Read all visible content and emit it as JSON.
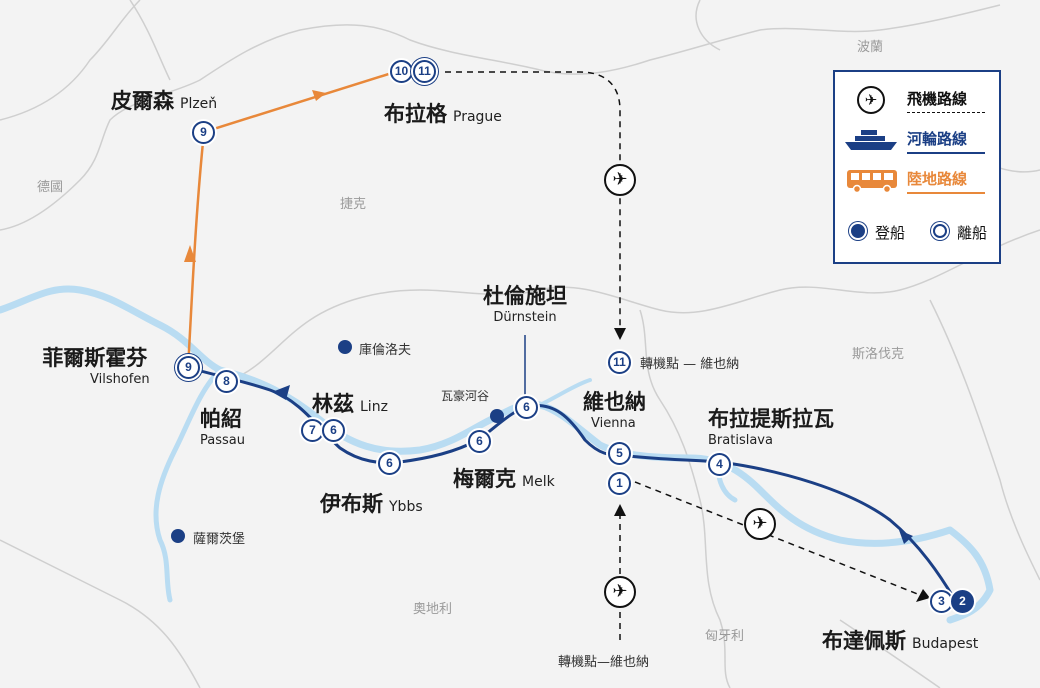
{
  "map": {
    "countries": {
      "poland": "波蘭",
      "germany": "德國",
      "czech": "捷克",
      "slovakia": "斯洛伐克",
      "austria": "奧地利",
      "hungary": "匈牙利"
    },
    "cities": {
      "plzen": {
        "zh": "皮爾森",
        "en": "Plzeň"
      },
      "prague": {
        "zh": "布拉格",
        "en": "Prague"
      },
      "durnstein": {
        "zh": "杜倫施坦",
        "en": "Dürnstein"
      },
      "vilshofen": {
        "zh": "菲爾斯霍芬",
        "en": "Vilshofen"
      },
      "passau": {
        "zh": "帕紹",
        "en": "Passau"
      },
      "linz": {
        "zh": "林茲",
        "en": "Linz"
      },
      "vienna": {
        "zh": "維也納",
        "en": "Vienna"
      },
      "bratislava": {
        "zh": "布拉提斯拉瓦",
        "en": "Bratislava"
      },
      "ybbs": {
        "zh": "伊布斯",
        "en": "Ybbs"
      },
      "melk": {
        "zh": "梅爾克",
        "en": "Melk"
      },
      "budapest": {
        "zh": "布達佩斯",
        "en": "Budapest"
      }
    },
    "places": {
      "krumlov": "庫倫洛夫",
      "wachau": "瓦豪河谷",
      "salzburg": "薩爾茨堡"
    },
    "transfers": {
      "top": "轉機點 — 維也納",
      "bottom": "轉機點—維也納"
    },
    "stops": {
      "s9_plzen": "9",
      "s10": "10",
      "s11_prague": "11",
      "s11_vienna": "11",
      "s9_vils": "9",
      "s8": "8",
      "s7": "7",
      "s6_linz": "6",
      "s6_ybbs": "6",
      "s6_melk": "6",
      "s6_durn": "6",
      "s5": "5",
      "s1": "1",
      "s4": "4",
      "s3": "3",
      "s2": "2"
    },
    "icons": {
      "plane": "✈",
      "route_plane": "airplane-icon",
      "route_ship": "ship-icon",
      "route_bus": "bus-icon"
    }
  },
  "legend": {
    "flight": "飛機路線",
    "river": "河輪路線",
    "land": "陸地路線",
    "board": "登船",
    "disembark": "離船"
  },
  "colors": {
    "river_route": "#1b3f85",
    "land_route": "#e8883a",
    "water": "#b9dcf2",
    "border": "#cfcfcf",
    "flight_route": "#111111"
  }
}
